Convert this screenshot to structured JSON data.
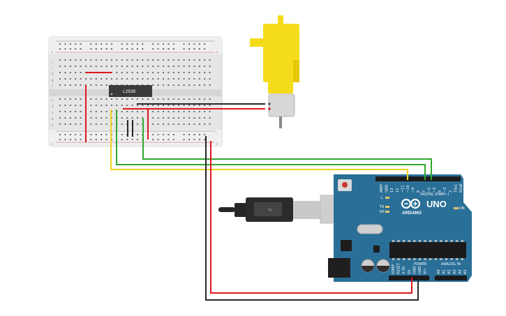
{
  "breadboard": {
    "chip_label": "L293D",
    "top_rail_symbols": [
      "–",
      "+"
    ],
    "bottom_rail_symbols": [
      "–",
      "+"
    ],
    "row_letters_top": [
      "j",
      "i",
      "h",
      "g",
      "f"
    ],
    "row_letters_bottom": [
      "e",
      "d",
      "c",
      "b",
      "a"
    ]
  },
  "arduino": {
    "model_label": "UNO",
    "brand_label": "ARDUINO",
    "digital_header_label": "DIGITAL (PWM~)",
    "digital_pins": [
      "AREF",
      "GND",
      "13",
      "12",
      "~11",
      "~10",
      "~9",
      "8",
      "7",
      "~6",
      "~5",
      "4",
      "~3",
      "2",
      "TX▸1",
      "RX◂0"
    ],
    "led_labels": [
      "L",
      "TX",
      "RX"
    ],
    "on_label": "ON",
    "power_header_label": "POWER",
    "power_pins": [
      "IOREF",
      "RESET",
      "3.3V",
      "5V",
      "GND",
      "GND",
      "Vin"
    ],
    "analog_header_label": "ANALOG IN",
    "analog_pins": [
      "A0",
      "A1",
      "A2",
      "A3",
      "A4",
      "A5"
    ]
  },
  "colors": {
    "arduino_board": "#2a6f97",
    "motor_body": "#f4dc1a",
    "wire_red": "#e0151b",
    "wire_black": "#262626",
    "wire_green": "#2ea92c",
    "wire_yellow": "#f1d21e"
  }
}
